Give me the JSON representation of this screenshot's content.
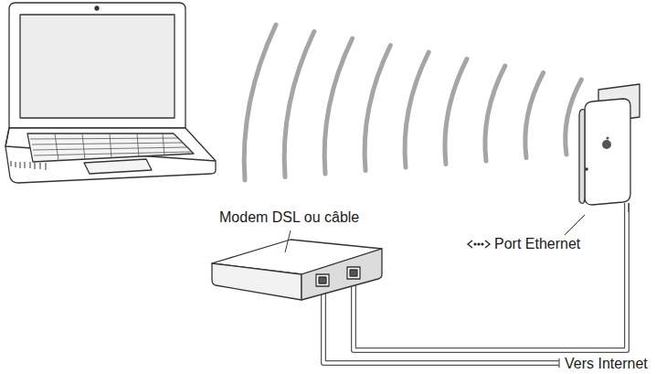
{
  "diagram": {
    "labels": [
      "Modem DSL ou câble",
      "Port Ethernet",
      "Vers Internet"
    ]
  }
}
